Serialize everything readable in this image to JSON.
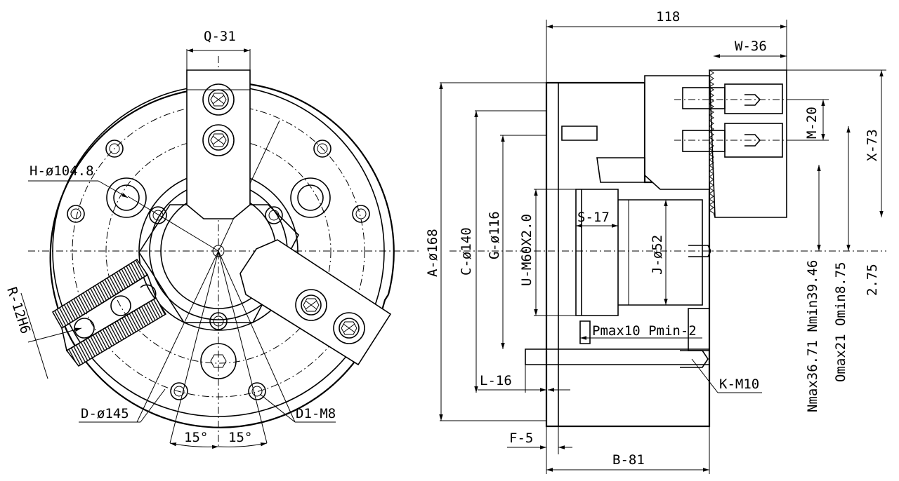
{
  "front_view": {
    "labels": {
      "q": "Q-31",
      "h": "H-ø104.8",
      "r": "R-12H6",
      "d": "D-ø145",
      "d1": "D1-M8",
      "angle_left": "15°",
      "angle_right": "15°"
    }
  },
  "side_view": {
    "labels": {
      "overall": "118",
      "w": "W-36",
      "m": "M-20",
      "x": "X-73",
      "a": "A-ø168",
      "c": "C-ø140",
      "g": "G-ø116",
      "u": "U-M60X2.0",
      "s": "S-17",
      "j": "J-ø52",
      "p": "Pmax10 Pmin-2",
      "l": "L-16",
      "k": "K-M10",
      "f": "F-5",
      "b": "B-81",
      "n": "Nmax36.71 Nmin39.46",
      "o": "Omax21 Omin8.75",
      "t": "2.75"
    }
  }
}
